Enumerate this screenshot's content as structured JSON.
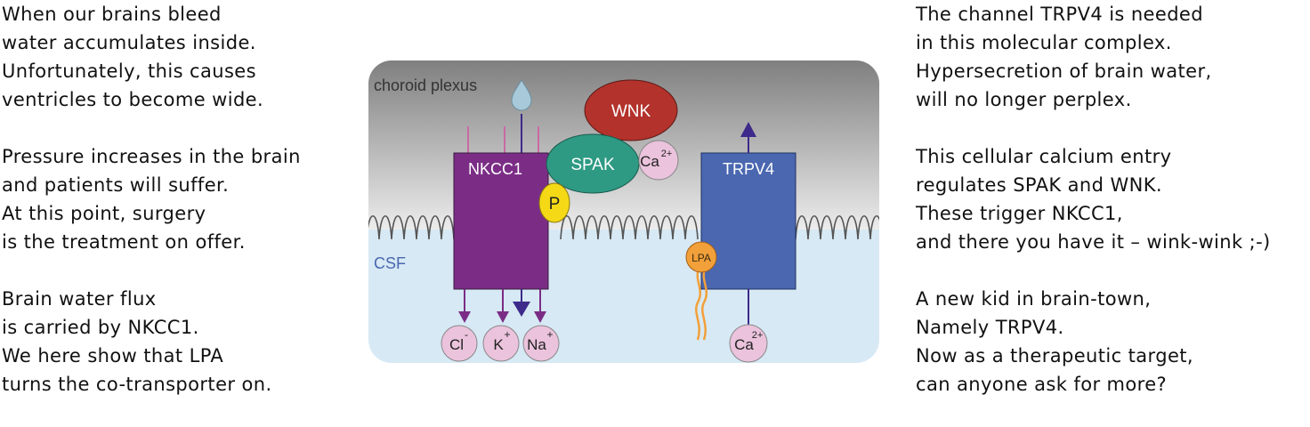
{
  "poem_left": {
    "stanzas": [
      [
        "When our brains bleed",
        "water accumulates  inside.",
        "Unfortunately, this causes",
        "ventricles to become  wide."
      ],
      [
        "Pressure increases in the brain",
        "and patients  will suffer.",
        "At this point, surgery",
        "is the treatment  on offer."
      ],
      [
        "Brain water flux",
        "is carried by NKCC1.",
        "We here show that LPA",
        "turns the co-transporter  on."
      ]
    ]
  },
  "poem_right": {
    "stanzas": [
      [
        "The channel TRPV4 is needed",
        "in this molecular complex.",
        "Hypersecretion  of brain water,",
        "will no longer perplex."
      ],
      [
        "This cellular calcium entry",
        "regulates SPAK and WNK.",
        "These trigger NKCC1,",
        "and there you have it – wink-wink ;-)"
      ],
      [
        "A new kid in brain-town,",
        "Namely TRPV4.",
        "Now as a therapeutic target,",
        "can anyone ask for more?"
      ]
    ]
  },
  "diagram": {
    "region_top": "choroid plexus",
    "region_bottom": "CSF",
    "nkcc1": "NKCC1",
    "spak": "SPAK",
    "wnk": "WNK",
    "phospho": "P",
    "ca_top": "Ca",
    "ca_top_sup": "2+",
    "trpv4": "TRPV4",
    "lpa": "LPA",
    "ion_cl": "Cl",
    "ion_cl_sup": "-",
    "ion_k": "K",
    "ion_k_sup": "+",
    "ion_na": "Na",
    "ion_na_sup": "+",
    "ion_ca": "Ca",
    "ion_ca_sup": "2+",
    "colors": {
      "nkcc1": "#7b2d86",
      "spak": "#2e9a83",
      "wnk": "#b3322c",
      "trpv4": "#4a67b0",
      "phospho": "#f5d916",
      "lpa": "#f2a03a",
      "ion": "#ebc3dc",
      "csf": "#d7e9f4",
      "arrow_dark": "#3d2a8a"
    }
  }
}
